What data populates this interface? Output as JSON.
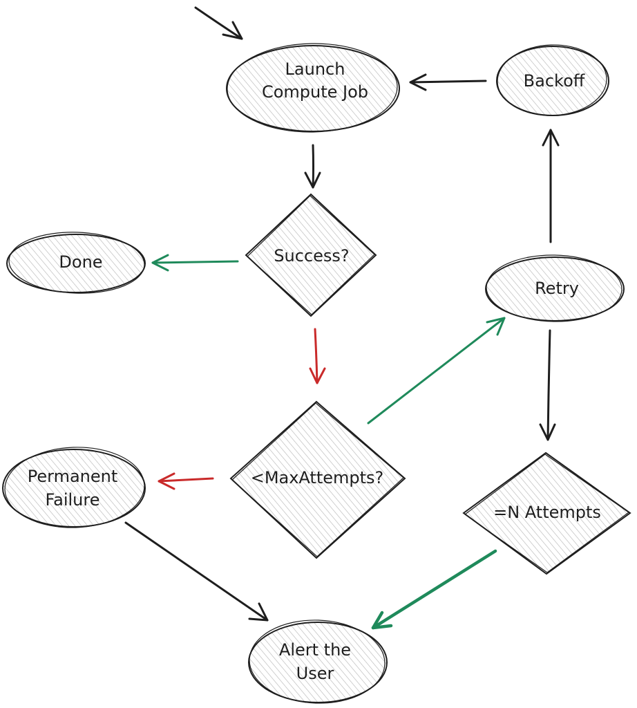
{
  "colors": {
    "ink": "#1e1e1e",
    "green": "#1f8a5b",
    "red": "#c92a2a",
    "hatch": "#b8b8b8"
  },
  "nodes": {
    "launch_compute_job": {
      "shape": "ellipse",
      "lines": [
        "Launch",
        "Compute Job"
      ]
    },
    "backoff": {
      "shape": "ellipse",
      "lines": [
        "Backoff"
      ]
    },
    "success": {
      "shape": "diamond",
      "lines": [
        "Success?"
      ]
    },
    "done": {
      "shape": "ellipse",
      "lines": [
        "Done"
      ]
    },
    "retry": {
      "shape": "ellipse",
      "lines": [
        "Retry"
      ]
    },
    "max_attempts": {
      "shape": "diamond",
      "lines": [
        "<MaxAttempts?"
      ]
    },
    "permanent_failure": {
      "shape": "ellipse",
      "lines": [
        "Permanent",
        "Failure"
      ]
    },
    "n_attempts": {
      "shape": "diamond",
      "lines": [
        "=N Attempts"
      ]
    },
    "alert_user": {
      "shape": "ellipse",
      "lines": [
        "Alert the",
        "User"
      ]
    }
  },
  "edges": [
    {
      "from": "entry",
      "to": "launch_compute_job",
      "color": "ink"
    },
    {
      "from": "backoff",
      "to": "launch_compute_job",
      "color": "ink"
    },
    {
      "from": "launch_compute_job",
      "to": "success",
      "color": "ink"
    },
    {
      "from": "success",
      "to": "done",
      "color": "green"
    },
    {
      "from": "success",
      "to": "max_attempts",
      "color": "red"
    },
    {
      "from": "max_attempts",
      "to": "retry",
      "color": "green"
    },
    {
      "from": "retry",
      "to": "backoff",
      "color": "ink"
    },
    {
      "from": "max_attempts",
      "to": "permanent_failure",
      "color": "red"
    },
    {
      "from": "retry",
      "to": "n_attempts",
      "color": "ink"
    },
    {
      "from": "permanent_failure",
      "to": "alert_user",
      "color": "ink"
    },
    {
      "from": "n_attempts",
      "to": "alert_user",
      "color": "green"
    }
  ]
}
